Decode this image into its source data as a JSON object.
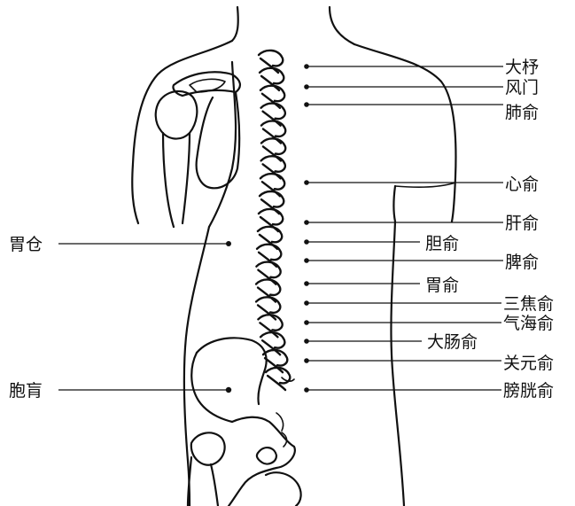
{
  "labels": {
    "dazhu": "大杼",
    "fengmen": "风门",
    "feishu": "肺俞",
    "xinshu": "心俞",
    "ganshu": "肝俞",
    "danshu": "胆俞",
    "pishu": "脾俞",
    "weishu": "胃俞",
    "sanjiaoshu": "三焦俞",
    "qihaishu": "气海俞",
    "dachangshu": "大肠俞",
    "guanyuanshu": "关元俞",
    "pangguangshu": "膀胱俞",
    "weicang": "胃仓",
    "baohuang": "胞肓"
  }
}
